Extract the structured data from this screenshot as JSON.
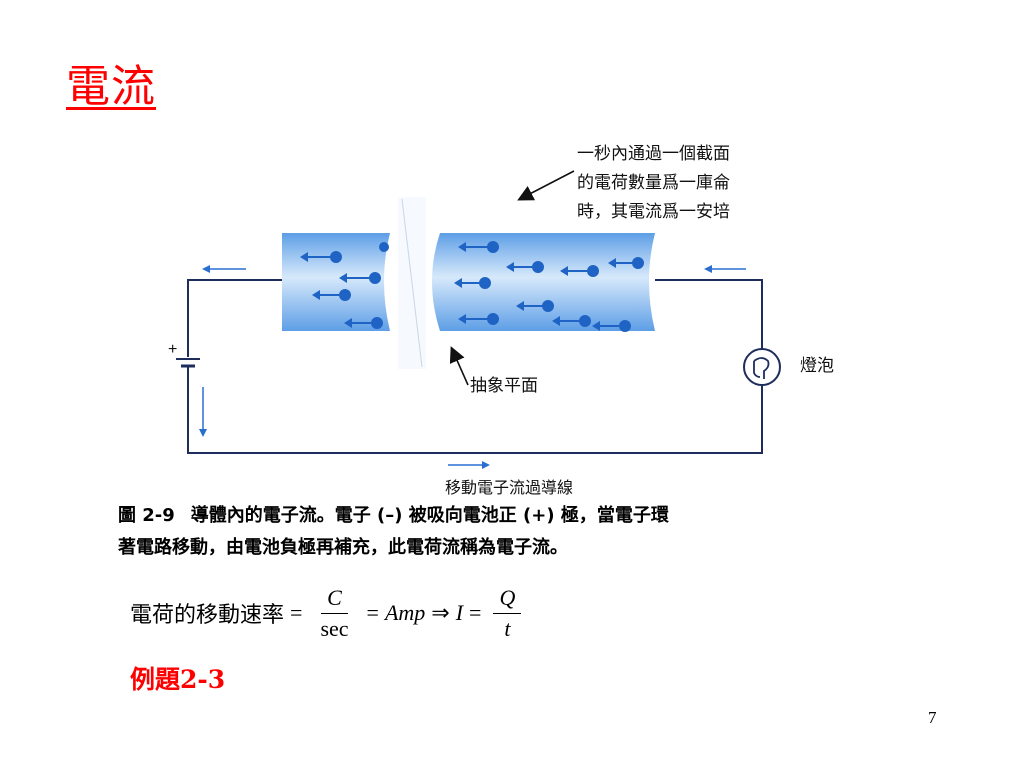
{
  "slide": {
    "title": "電流",
    "page_number": "7"
  },
  "figure": {
    "note_lines": [
      "一秒內通過一個截面",
      "的電荷數量爲一庫侖",
      "時，其電流爲一安培"
    ],
    "plane_label": "抽象平面",
    "bulb_label": "燈泡",
    "wire_label": "移動電子流過導線",
    "battery_plus": "+",
    "colors": {
      "conductor": "#7fb3ea",
      "electron": "#1f63c4",
      "wire": "#1e2d5c"
    }
  },
  "caption": {
    "figure_no": "圖 2-9",
    "line1": "導體內的電子流。電子 (–) 被吸向電池正 (+) 極，當電子環",
    "line2": "著電路移動，由電池負極再補充，此電荷流稱為電子流。"
  },
  "formula": {
    "lhs_text": "電荷的移動速率",
    "eq1": "=",
    "frac1_num": "C",
    "frac1_den": "sec",
    "eq2": "=",
    "amp": "Amp",
    "implies": "⇒",
    "current": "I",
    "eq3": "=",
    "frac2_num": "Q",
    "frac2_den": "t"
  },
  "example": "例題2-3"
}
